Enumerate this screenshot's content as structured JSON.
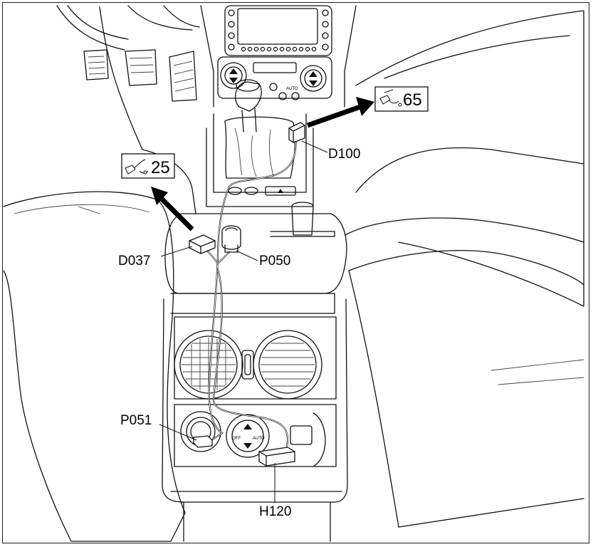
{
  "labels": {
    "d100": "D100",
    "d037": "D037",
    "p050": "P050",
    "p051": "P051",
    "h120": "H120"
  },
  "references": {
    "ref_65": "65",
    "ref_25": "25"
  },
  "climate_panel": {
    "off_text": "OFF",
    "auto_text": "AUTO"
  },
  "front_panel": {
    "auto_text": "AUTO"
  }
}
